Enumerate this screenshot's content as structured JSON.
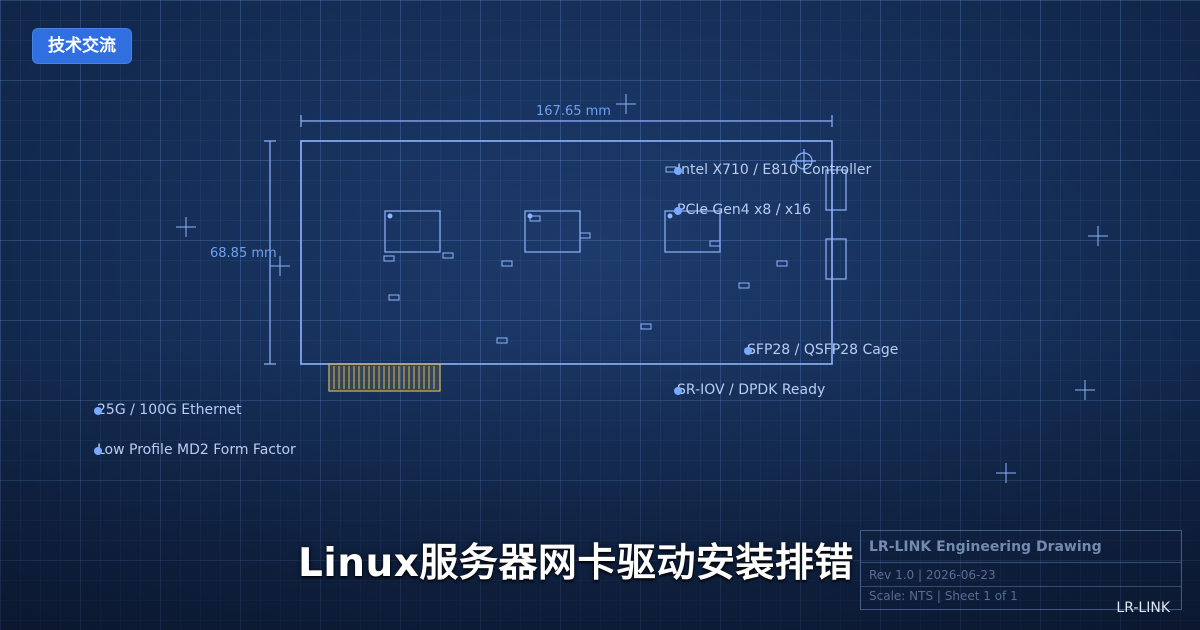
{
  "badge": {
    "label": "技术交流"
  },
  "dimensions": {
    "width_label": "167.65 mm",
    "height_label": "68.85 mm"
  },
  "callouts": [
    "Intel X710 / E810 Controller",
    "PCIe Gen4 x8 / x16",
    "SFP28 / QSFP28 Cage",
    "SR-IOV / DPDK Ready",
    "25G / 100G Ethernet",
    "Low Profile MD2 Form Factor"
  ],
  "title_block": {
    "title": "LR-LINK Engineering Drawing",
    "revision_line": "Rev 1.0  |  2026-06-23",
    "scale_line": "Scale: NTS  |  Sheet 1 of 1"
  },
  "headline": "Linux服务器网卡驱动安装排错",
  "brand": "LR-LINK",
  "colors": {
    "background": "#16305a",
    "line": "#8fb4ff",
    "accent": "#2f6fe0",
    "gold_fingers": "#d8b65a"
  }
}
